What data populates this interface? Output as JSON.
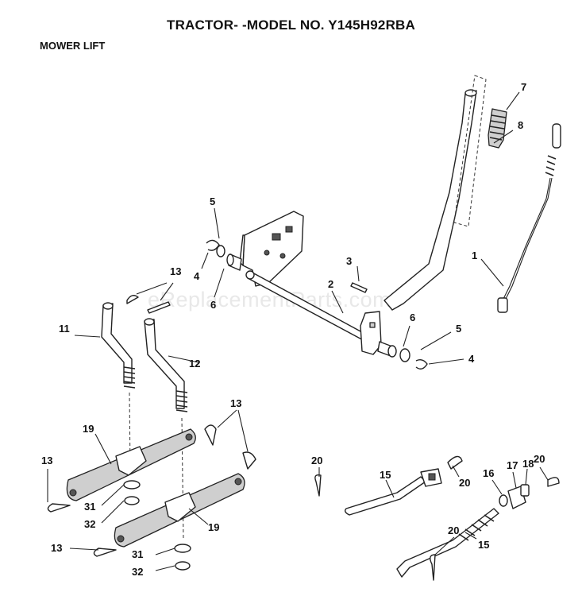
{
  "title": "TRACTOR- -MODEL NO. Y145H92RBA",
  "section": "MOWER LIFT",
  "watermark": "eReplacementParts.com",
  "callouts": {
    "c1": "1",
    "c2": "2",
    "c3": "3",
    "c4a": "4",
    "c4b": "4",
    "c5a": "5",
    "c5b": "5",
    "c6a": "6",
    "c6b": "6",
    "c7": "7",
    "c8": "8",
    "c11": "11",
    "c12": "12",
    "c13a": "13",
    "c13b": "13",
    "c13c": "13",
    "c13d": "13",
    "c15a": "15",
    "c15b": "15",
    "c16": "16",
    "c17": "17",
    "c18": "18",
    "c19a": "19",
    "c19b": "19",
    "c20a": "20",
    "c20b": "20",
    "c20c": "20",
    "c20d": "20",
    "c31a": "31",
    "c31b": "31",
    "c32a": "32",
    "c32b": "32"
  }
}
